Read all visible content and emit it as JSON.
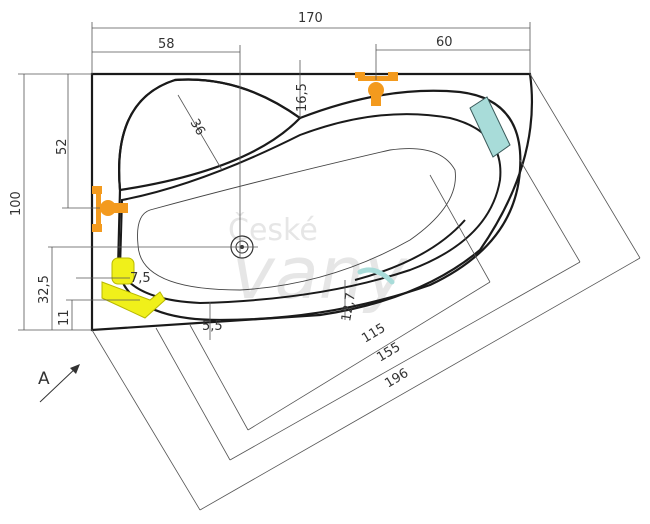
{
  "dimensions": {
    "d170": "170",
    "d58": "58",
    "d60": "60",
    "d16_5": "16,5",
    "d36": "36",
    "d52": "52",
    "d100": "100",
    "d32_5": "32,5",
    "d11": "11",
    "d7_5": "7,5",
    "d5_5": "5,5",
    "d12_7": "12,7",
    "d115": "115",
    "d155": "155",
    "d196": "196"
  },
  "view_label": "A",
  "watermark": {
    "line1": "České",
    "line2": "vany"
  },
  "colors": {
    "faucet": "#f39a1e",
    "headrest": "#a8dcd9",
    "handle": "#f0f01a",
    "outline": "#1a1a1a"
  }
}
